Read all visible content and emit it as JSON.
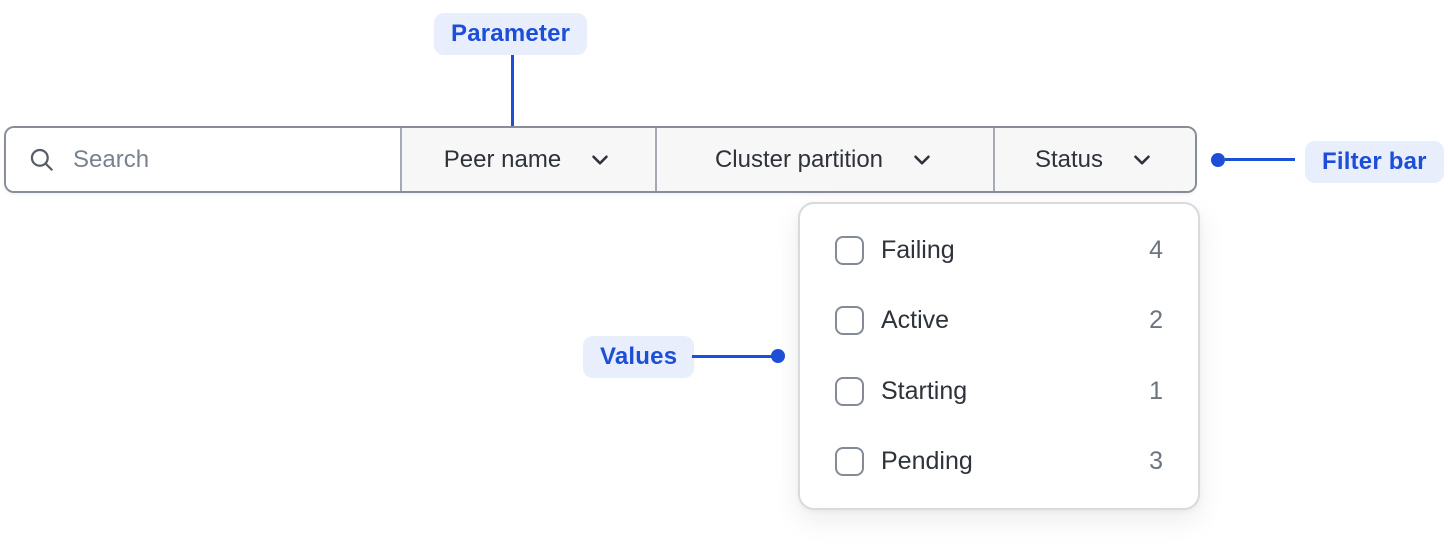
{
  "colors": {
    "accent_blue": "#1d4ed8",
    "annotation_badge_bg": "#e8eefc",
    "bar_border": "#878d99",
    "segment_bg": "#f7f7f8",
    "text_dark": "#2e323a",
    "text_muted": "#6d7480"
  },
  "annotations": {
    "parameter": {
      "label": "Parameter"
    },
    "filter_bar": {
      "label": "Filter bar"
    },
    "values": {
      "label": "Values"
    }
  },
  "filter_bar": {
    "search": {
      "placeholder": "Search",
      "value": ""
    },
    "dropdowns": [
      {
        "label": "Peer name"
      },
      {
        "label": "Cluster partition"
      },
      {
        "label": "Status"
      }
    ]
  },
  "status_dropdown": {
    "options": [
      {
        "label": "Failing",
        "count": "4",
        "checked": false
      },
      {
        "label": "Active",
        "count": "2",
        "checked": false
      },
      {
        "label": "Starting",
        "count": "1",
        "checked": false
      },
      {
        "label": "Pending",
        "count": "3",
        "checked": false
      }
    ]
  }
}
